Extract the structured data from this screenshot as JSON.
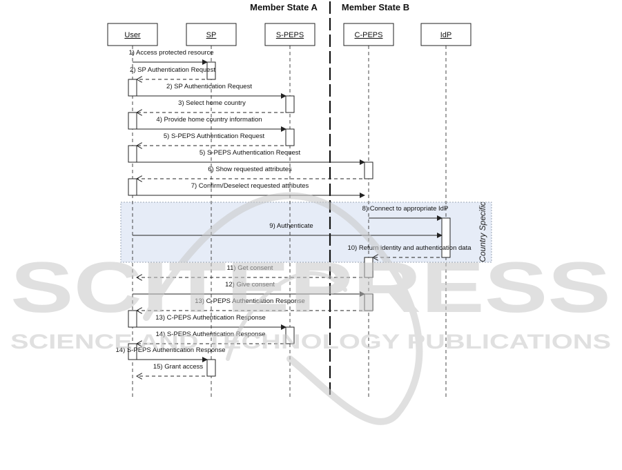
{
  "regions": {
    "left_label": "Member State A",
    "right_label": "Member State B",
    "country_specific_label": "Country Specific"
  },
  "participants": [
    "User",
    "SP",
    "S-PEPS",
    "C-PEPS",
    "IdP"
  ],
  "messages": [
    {
      "label": "1) Access protected resource",
      "from": 0,
      "to": 1,
      "style": "solid"
    },
    {
      "label": "2) SP Authentication Request",
      "from": 1,
      "to": 0,
      "style": "dashed"
    },
    {
      "label": "2) SP Authentication Request",
      "from": 0,
      "to": 2,
      "style": "solid"
    },
    {
      "label": "3) Select home country",
      "from": 2,
      "to": 0,
      "style": "dashed"
    },
    {
      "label": "4) Provide home country information",
      "from": 0,
      "to": 2,
      "style": "solid"
    },
    {
      "label": "5) S-PEPS Authentication Request",
      "from": 2,
      "to": 0,
      "style": "dashed"
    },
    {
      "label": "5) S-PEPS Authentication Request",
      "from": 0,
      "to": 3,
      "style": "solid"
    },
    {
      "label": "6) Show requested attributes",
      "from": 3,
      "to": 0,
      "style": "dashed"
    },
    {
      "label": "7) Confirm/Deselect requested attributes",
      "from": 0,
      "to": 3,
      "style": "solid"
    },
    {
      "label": "8) Connect to appropriate IdP",
      "from": 3,
      "to": 4,
      "style": "solid"
    },
    {
      "label": "9) Authenticate",
      "from": 0,
      "to": 4,
      "style": "solid"
    },
    {
      "label": "10) Return identity and authentication data",
      "from": 4,
      "to": 3,
      "style": "dashed"
    },
    {
      "label": "11) Get consent",
      "from": 3,
      "to": 0,
      "style": "dashed"
    },
    {
      "label": "12) Give consent",
      "from": 0,
      "to": 3,
      "style": "solid"
    },
    {
      "label": "13) C-PEPS Authentication Response",
      "from": 3,
      "to": 0,
      "style": "dashed"
    },
    {
      "label": "13) C-PEPS Authentication Response",
      "from": 0,
      "to": 2,
      "style": "solid"
    },
    {
      "label": "14) S-PEPS Authentication Response",
      "from": 2,
      "to": 0,
      "style": "dashed"
    },
    {
      "label": "14) S-PEPS Authentication Response",
      "from": 0,
      "to": 1,
      "style": "solid"
    },
    {
      "label": "15) Grant access",
      "from": 1,
      "to": 0,
      "style": "dashed"
    }
  ],
  "watermark": {
    "line1": "SCITEPRESS",
    "line2": "SCIENCE AND TECHNOLOGY PUBLICATIONS"
  },
  "colors": {
    "line": "#222222",
    "highlight_fill": "#e6ecf7",
    "highlight_border": "#9aa4b4",
    "watermark": "#c8c8c8"
  }
}
